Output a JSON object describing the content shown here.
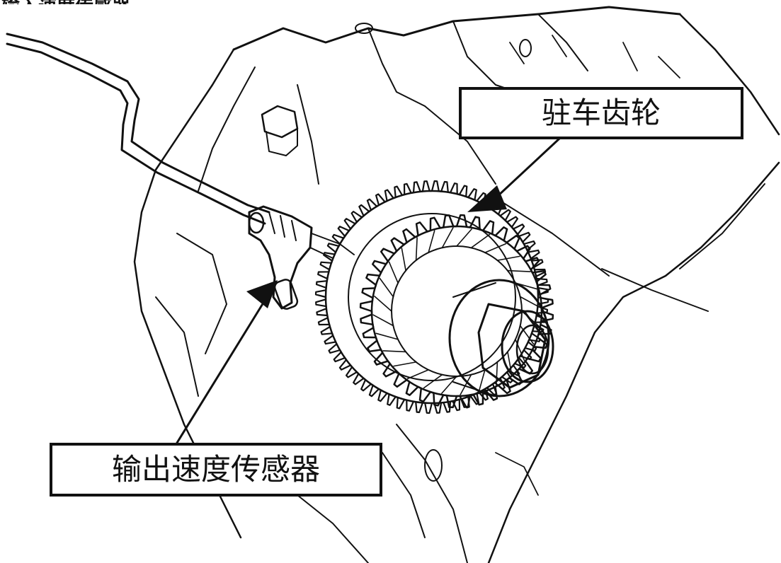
{
  "header": {
    "title_partial": "输入速度传感器"
  },
  "labels": {
    "parking_gear": "驻车齿轮",
    "output_speed_sensor": "输出速度传感器"
  },
  "colors": {
    "ink": "#111111",
    "background": "#ffffff",
    "label_fill": "#ffffff"
  }
}
